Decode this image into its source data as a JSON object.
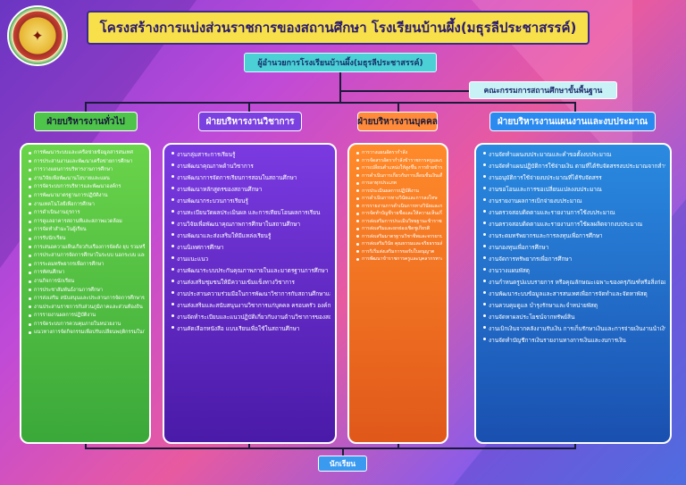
{
  "title": "โครงสร้างการแบ่งส่วนราชการของสถานศึกษา โรงเรียนบ้านผึ้ง(มธุรลีประชาสรรค์)",
  "director": "ผู้อำนวยการโรงเรียนบ้านผึ้ง(มธุรลีประชาสรรค์)",
  "committee": "คณะกรรมการสถานศึกษาขั้นพื้นฐาน",
  "student": "นักเรียน",
  "colors": {
    "title_bg": "#f7e04a",
    "general": "#4ec44a",
    "academic": "#6a2ad0",
    "personnel": "#ff7a2a",
    "budget": "#2a7ae0"
  },
  "departments": [
    {
      "name": "ฝ่ายบริหารงานทั่วไป",
      "items": [
        "การพัฒนาระบบและเครือข่ายข้อมูลสารสนเทศ",
        "การประสานงานและพัฒนาเครือข่ายการศึกษา",
        "การวางแผนการบริหารงานการศึกษา",
        "งานวิจัยเพื่อพัฒนานโยบายและแผน",
        "การจัดระบบการบริหารและพัฒนาองค์กร",
        "การพัฒนามาตรฐานการปฏิบัติงาน",
        "งานเทคโนโลยีเพื่อการศึกษา",
        "การดำเนินงานธุรการ",
        "การดูแลอาคารสถานที่และสภาพแวดล้อม",
        "การจัดทำสำมะโนผู้เรียน",
        "การรับนักเรียน",
        "การเสนอความเห็นเกี่ยวกับเรื่องการจัดตั้ง ยุบ รวมหรือเลิกสถานศึกษา",
        "การประสานการจัดการศึกษาในระบบ นอกระบบ และตามอัธยาศัย",
        "การระดมทรัพยากรเพื่อการศึกษา",
        "การทัศนศึกษา",
        "งานกิจการนักเรียน",
        "การประชาสัมพันธ์งานการศึกษา",
        "การส่งเสริม สนับสนุนและประสานการจัดการศึกษาของบุคคล ชุมชน องค์กร หน่วยงานที่จัดการศึกษา",
        "งานประสานราชการกับส่วนภูมิภาคและส่วนท้องถิ่น",
        "การรายงานผลการปฏิบัติงาน",
        "การจัดระบบการควบคุมภายในหน่วยงาน",
        "แนวทางการจัดกิจกรรมเพื่อปรับเปลี่ยนพฤติกรรมในการลงโทษนักเรียน"
      ]
    },
    {
      "name": "ฝ่ายบริหารงานวิชาการ",
      "items": [
        "งานกลุ่มสาระการเรียนรู้",
        "งานพัฒนาคุณภาพด้านวิชาการ",
        "งานพัฒนาการจัดการเรียนการสอนในสถานศึกษา",
        "งานพัฒนาหลักสูตรของสถานศึกษา",
        "งานพัฒนากระบวนการเรียนรู้",
        "งานทะเบียนวัดผลประเมินผล และการเทียบโอนผลการเรียน",
        "งานวิจัยเพื่อพัฒนาคุณภาพการศึกษาในสถานศึกษา",
        "งานพัฒนาและส่งเสริมให้มีแหล่งเรียนรู้",
        "งานนิเทศการศึกษา",
        "งานแนะแนว",
        "งานพัฒนาระบบประกันคุณภาพภายในและมาตรฐานการศึกษา",
        "งานส่งเสริมชุมชนให้มีความเข้มแข็งทางวิชาการ",
        "งานประสานความร่วมมือในการพัฒนาวิชาการกับสถานศึกษาและองค์กรอื่น",
        "งานส่งเสริมและสนับสนุนงานวิชาการแก่บุคคล ครอบครัว องค์กร หน่วยงานสถานประกอบการ และสถาบันอื่นที่จัดการศึกษา",
        "งานจัดทำระเบียบและแนวปฏิบัติเกี่ยวกับงานด้านวิชาการของสถานศึกษา",
        "งานคัดเลือกหนังสือ แบบเรียนเพื่อใช้ในสถานศึกษา"
      ]
    },
    {
      "name": "ฝ่ายบริหารงานบุคคล",
      "items": [
        "การวางแผนอัตรากำลัง",
        "การจัดสรรอัตรากำลังข้าราชการครูและบุคลากร",
        "การเปลี่ยนตำแหน่งให้สูงขึ้น การย้ายข้าราชการครูและบุคลากรทางการศึกษา",
        "การดำเนินการเกี่ยวกับการเลื่อนขั้นเงินเดือน",
        "การลาทุกประเภท",
        "การประเมินผลการปฏิบัติงาน",
        "การดำเนินการทางวินัยและการลงโทษ",
        "การรายงานการดำเนินการทางวินัยและการลงโทษ",
        "การจัดทำบัญชีรายชื่อและให้ความเห็นเกี่ยวกับการเสนอขอพระราชทานเครื่องราชอิสริยาภรณ์",
        "การส่งเสริมการประเมินวิทยฐานะข้าราชการครูและบุคลากรทางการศึกษา",
        "การส่งเสริมและยกย่องเชิดชูเกียรติ",
        "การส่งเสริมมาตรฐานวิชาชีพและจรรยาบรรณวิชาชีพ",
        "การส่งเสริมวินัย คุณธรรมและจริยธรรมสำหรับข้าราชการครูและบุคลากรทางการศึกษา",
        "การริเริ่มส่งเสริมการขอรับใบอนุญาต",
        "การพัฒนาข้าราชการครูและบุคลากรทางการศึกษา"
      ]
    },
    {
      "name": "ฝ่ายบริหารงานแผนงานและงบประมาณ",
      "items": [
        "งานจัดทำแผนงบประมาณและคำขอตั้งงบประมาณ",
        "งานจัดทำแผนปฏิบัติการใช้จ่ายเงิน ตามที่ได้รับจัดสรรงบประมาณจากสำนักงานคณะกรรมการการศึกษาขั้นพื้นฐาน",
        "งานอนุมัติการใช้จ่ายงบประมาณที่ได้รับจัดสรร",
        "งานขอโอนและการขอเปลี่ยนแปลงงบประมาณ",
        "งานรายงานผลการเบิกจ่ายงบประมาณ",
        "งานตรวจสอบติดตามและรายงานการใช้งบประมาณ",
        "งานตรวจสอบติดตามและรายงานการใช้ผลผลิตจากงบประมาณ",
        "งานระดมทรัพยากรและการลงทุนเพื่อการศึกษา",
        "งานกองทุนเพื่อการศึกษา",
        "งานจัดการทรัพยากรเพื่อการศึกษา",
        "งานวางแผนพัสดุ",
        "งานกำหนดรูปแบบรายการ หรือคุณลักษณะเฉพาะของครุภัณฑ์หรือสิ่งก่อสร้างที่ใช้เงินงบประมาณ",
        "งานพัฒนาระบบข้อมูลและสารสนเทศเพื่อการจัดทำและจัดหาพัสดุ",
        "งานควบคุมดูแล บำรุงรักษาและจำหน่ายพัสดุ",
        "งานจัดหาผลประโยชน์จากทรัพย์สิน",
        "งานเบิกเงินจากคลังงานรับเงิน การเก็บรักษาเงินและการจ่ายเงินงานนำเงินส่งคลัง",
        "งานจัดทำบัญชีการเงินรายงานทางการเงินและงบการเงิน"
      ]
    }
  ]
}
